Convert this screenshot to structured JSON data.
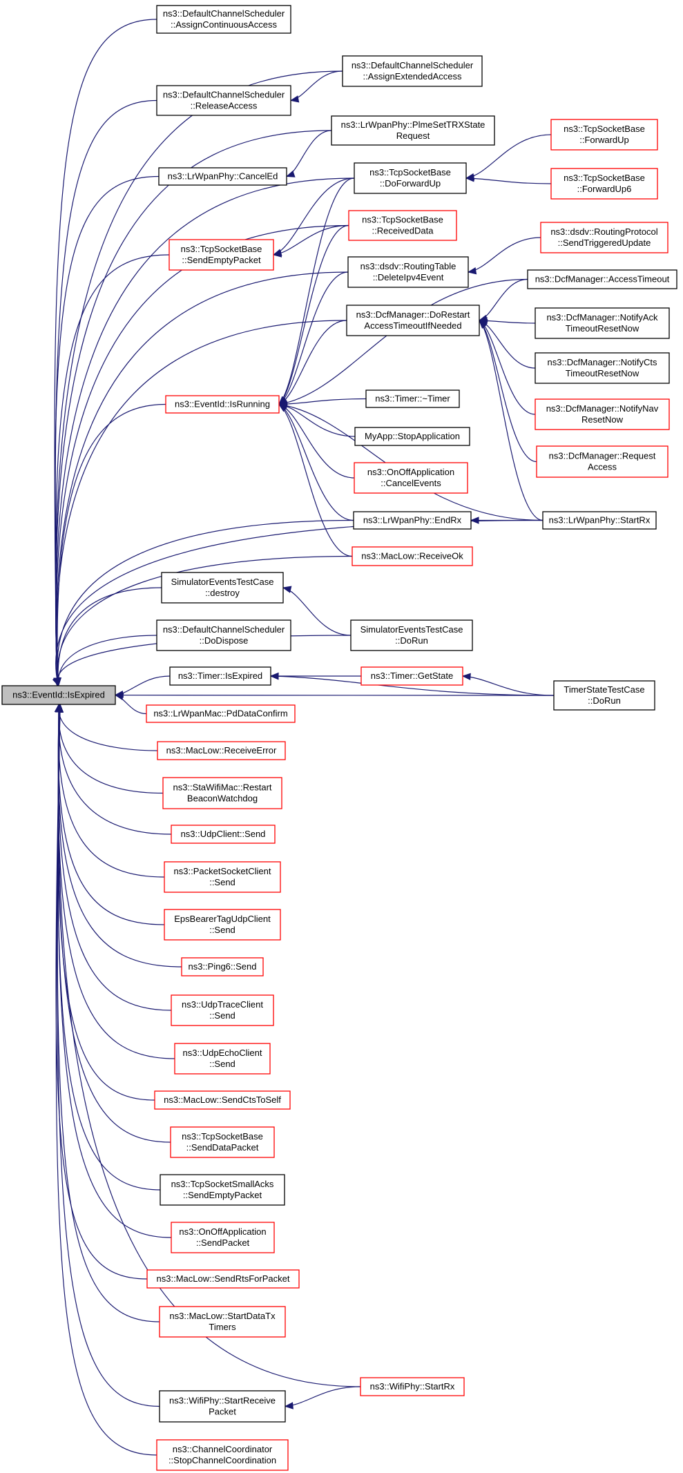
{
  "colors": {
    "edge": "#191970",
    "black_border": "#000000",
    "red_border": "#ff0000",
    "root_fill": "#bfbfbf"
  },
  "nodes": [
    {
      "id": "root",
      "lines": [
        "ns3::EventId::IsExpired"
      ],
      "border": "root"
    },
    {
      "id": "assignCont",
      "lines": [
        "ns3::DefaultChannelScheduler",
        "::AssignContinuousAccess"
      ],
      "border": "black"
    },
    {
      "id": "assignExt",
      "lines": [
        "ns3::DefaultChannelScheduler",
        "::AssignExtendedAccess"
      ],
      "border": "black"
    },
    {
      "id": "releaseAcc",
      "lines": [
        "ns3::DefaultChannelScheduler",
        "::ReleaseAccess"
      ],
      "border": "black"
    },
    {
      "id": "plmeSet",
      "lines": [
        "ns3::LrWpanPhy::PlmeSetTRXState",
        "Request"
      ],
      "border": "black"
    },
    {
      "id": "tcpFwd",
      "lines": [
        "ns3::TcpSocketBase",
        "::ForwardUp"
      ],
      "border": "red"
    },
    {
      "id": "cancelEd",
      "lines": [
        "ns3::LrWpanPhy::CancelEd"
      ],
      "border": "black"
    },
    {
      "id": "doFwdUp",
      "lines": [
        "ns3::TcpSocketBase",
        "::DoForwardUp"
      ],
      "border": "black"
    },
    {
      "id": "tcpFwd6",
      "lines": [
        "ns3::TcpSocketBase",
        "::ForwardUp6"
      ],
      "border": "red"
    },
    {
      "id": "sendEmpty",
      "lines": [
        "ns3::TcpSocketBase",
        "::SendEmptyPacket"
      ],
      "border": "red"
    },
    {
      "id": "recvData",
      "lines": [
        "ns3::TcpSocketBase",
        "::ReceivedData"
      ],
      "border": "red"
    },
    {
      "id": "sendTrig",
      "lines": [
        "ns3::dsdv::RoutingProtocol",
        "::SendTriggeredUpdate"
      ],
      "border": "red"
    },
    {
      "id": "delIpv4",
      "lines": [
        "ns3::dsdv::RoutingTable",
        "::DeleteIpv4Event"
      ],
      "border": "black"
    },
    {
      "id": "dcfAccTO",
      "lines": [
        "ns3::DcfManager::AccessTimeout"
      ],
      "border": "black"
    },
    {
      "id": "doRestart",
      "lines": [
        "ns3::DcfManager::DoRestart",
        "AccessTimeoutIfNeeded"
      ],
      "border": "black"
    },
    {
      "id": "notifyAck",
      "lines": [
        "ns3::DcfManager::NotifyAck",
        "TimeoutResetNow"
      ],
      "border": "black"
    },
    {
      "id": "notifyCts",
      "lines": [
        "ns3::DcfManager::NotifyCts",
        "TimeoutResetNow"
      ],
      "border": "black"
    },
    {
      "id": "isRunning",
      "lines": [
        "ns3::EventId::IsRunning"
      ],
      "border": "red"
    },
    {
      "id": "timerDtor",
      "lines": [
        "ns3::Timer::~Timer"
      ],
      "border": "black"
    },
    {
      "id": "notifyNav",
      "lines": [
        "ns3::DcfManager::NotifyNav",
        "ResetNow"
      ],
      "border": "red"
    },
    {
      "id": "myAppStop",
      "lines": [
        "MyApp::StopApplication"
      ],
      "border": "black"
    },
    {
      "id": "dcfReqAcc",
      "lines": [
        "ns3::DcfManager::Request",
        "Access"
      ],
      "border": "red"
    },
    {
      "id": "onoffCancel",
      "lines": [
        "ns3::OnOffApplication",
        "::CancelEvents"
      ],
      "border": "red"
    },
    {
      "id": "endRx",
      "lines": [
        "ns3::LrWpanPhy::EndRx"
      ],
      "border": "black"
    },
    {
      "id": "lrStartRx",
      "lines": [
        "ns3::LrWpanPhy::StartRx"
      ],
      "border": "black"
    },
    {
      "id": "macRecvOk",
      "lines": [
        "ns3::MacLow::ReceiveOk"
      ],
      "border": "red"
    },
    {
      "id": "simDestroy",
      "lines": [
        "SimulatorEventsTestCase",
        "::destroy"
      ],
      "border": "black"
    },
    {
      "id": "doDispose",
      "lines": [
        "ns3::DefaultChannelScheduler",
        "::DoDispose"
      ],
      "border": "black"
    },
    {
      "id": "simDoRun",
      "lines": [
        "SimulatorEventsTestCase",
        "::DoRun"
      ],
      "border": "black"
    },
    {
      "id": "timerIsExp",
      "lines": [
        "ns3::Timer::IsExpired"
      ],
      "border": "black"
    },
    {
      "id": "timerGetState",
      "lines": [
        "ns3::Timer::GetState"
      ],
      "border": "red"
    },
    {
      "id": "timerStateDoRun",
      "lines": [
        "TimerStateTestCase",
        "::DoRun"
      ],
      "border": "black"
    },
    {
      "id": "pdDataConf",
      "lines": [
        "ns3::LrWpanMac::PdDataConfirm"
      ],
      "border": "red"
    },
    {
      "id": "macRecvErr",
      "lines": [
        "ns3::MacLow::ReceiveError"
      ],
      "border": "red"
    },
    {
      "id": "staRestart",
      "lines": [
        "ns3::StaWifiMac::Restart",
        "BeaconWatchdog"
      ],
      "border": "red"
    },
    {
      "id": "udpClientSend",
      "lines": [
        "ns3::UdpClient::Send"
      ],
      "border": "red"
    },
    {
      "id": "pktSockSend",
      "lines": [
        "ns3::PacketSocketClient",
        "::Send"
      ],
      "border": "red"
    },
    {
      "id": "epsSend",
      "lines": [
        "EpsBearerTagUdpClient",
        "::Send"
      ],
      "border": "red"
    },
    {
      "id": "ping6Send",
      "lines": [
        "ns3::Ping6::Send"
      ],
      "border": "red"
    },
    {
      "id": "udpTraceSend",
      "lines": [
        "ns3::UdpTraceClient",
        "::Send"
      ],
      "border": "red"
    },
    {
      "id": "udpEchoSend",
      "lines": [
        "ns3::UdpEchoClient",
        "::Send"
      ],
      "border": "red"
    },
    {
      "id": "sendCtsSelf",
      "lines": [
        "ns3::MacLow::SendCtsToSelf"
      ],
      "border": "red"
    },
    {
      "id": "tcpSendData",
      "lines": [
        "ns3::TcpSocketBase",
        "::SendDataPacket"
      ],
      "border": "red"
    },
    {
      "id": "smallAcks",
      "lines": [
        "ns3::TcpSocketSmallAcks",
        "::SendEmptyPacket"
      ],
      "border": "black"
    },
    {
      "id": "onoffSendPkt",
      "lines": [
        "ns3::OnOffApplication",
        "::SendPacket"
      ],
      "border": "red"
    },
    {
      "id": "sendRts",
      "lines": [
        "ns3::MacLow::SendRtsForPacket"
      ],
      "border": "red"
    },
    {
      "id": "startDataTx",
      "lines": [
        "ns3::MacLow::StartDataTx",
        "Timers"
      ],
      "border": "red"
    },
    {
      "id": "wifiStartRecv",
      "lines": [
        "ns3::WifiPhy::StartReceive",
        "Packet"
      ],
      "border": "black"
    },
    {
      "id": "wifiStartRx",
      "lines": [
        "ns3::WifiPhy::StartRx"
      ],
      "border": "red"
    },
    {
      "id": "chanCoord",
      "lines": [
        "ns3::ChannelCoordinator",
        "::StopChannelCoordination"
      ],
      "border": "red"
    }
  ]
}
